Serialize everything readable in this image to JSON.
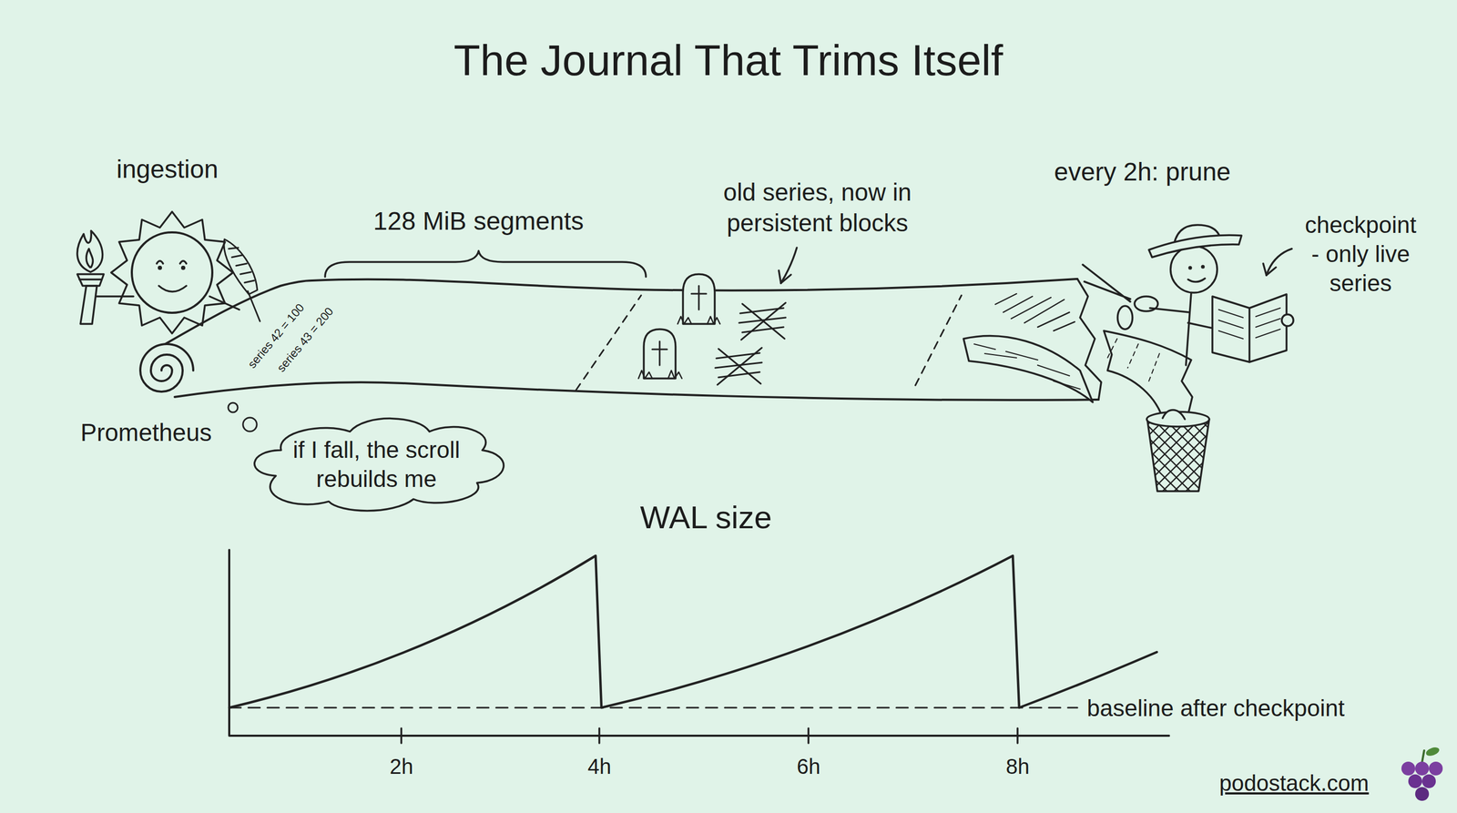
{
  "diagram": {
    "title": "The Journal That Trims Itself",
    "nodes": [
      {
        "text": [
          "if I fall, the scroll rebuilds me"
        ]
      }
    ],
    "labels": [
      "ingestion",
      "128 MiB segments",
      "old series, now in persistent blocks",
      "every 2h: prune",
      "checkpoint - only live series",
      "series 42 = 100",
      "series 43 = 200",
      "Prometheus",
      "WAL size",
      "2h",
      "4h",
      "6h",
      "8h",
      "baseline after checkpoint",
      "podostack.com"
    ]
  }
}
